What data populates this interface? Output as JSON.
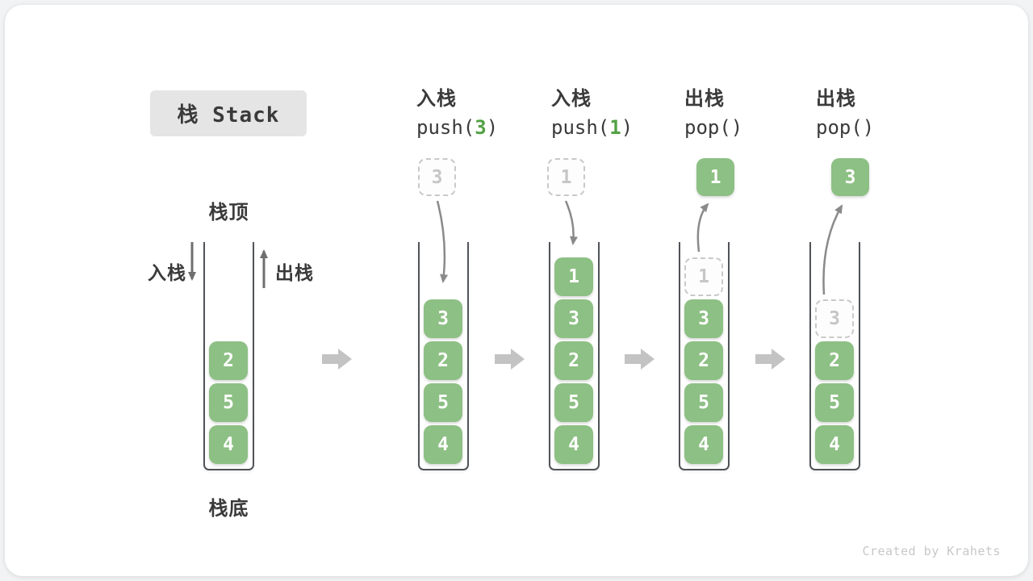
{
  "title_box": {
    "label": "栈 Stack"
  },
  "side_labels": {
    "stack_top": "栈顶",
    "stack_bottom": "栈底",
    "push": "入栈",
    "pop": "出栈"
  },
  "watermark": "Created by Krahets",
  "colors": {
    "cell_green": "#8DC084",
    "code_arg_green": "#52A145",
    "dashed_border": "#C9C9C9",
    "dashed_text": "#C6C6C6",
    "text_dark": "#3A3A3A",
    "curve_arrow_gray": "#8A8A8A",
    "direction_arrow_gray": "#6F6F6F",
    "block_arrow_gray": "#C3C3C3",
    "title_box_bg": "#E5E5E5",
    "container_border": "#505357"
  },
  "columns": [
    {
      "name": "state-initial",
      "header": null,
      "float_box": null,
      "cells_bottom_to_top": [
        {
          "value": "4",
          "variant": "solid"
        },
        {
          "value": "5",
          "variant": "solid"
        },
        {
          "value": "2",
          "variant": "solid"
        }
      ]
    },
    {
      "name": "op-push-3",
      "header": {
        "label": "入栈",
        "code_pre": "push(",
        "code_arg": "3",
        "code_post": ")"
      },
      "float_box": {
        "value": "3",
        "variant": "dashed"
      },
      "cells_bottom_to_top": [
        {
          "value": "4",
          "variant": "solid"
        },
        {
          "value": "5",
          "variant": "solid"
        },
        {
          "value": "2",
          "variant": "solid"
        },
        {
          "value": "3",
          "variant": "solid"
        }
      ]
    },
    {
      "name": "op-push-1",
      "header": {
        "label": "入栈",
        "code_pre": "push(",
        "code_arg": "1",
        "code_post": ")"
      },
      "float_box": {
        "value": "1",
        "variant": "dashed"
      },
      "cells_bottom_to_top": [
        {
          "value": "4",
          "variant": "solid"
        },
        {
          "value": "5",
          "variant": "solid"
        },
        {
          "value": "2",
          "variant": "solid"
        },
        {
          "value": "3",
          "variant": "solid"
        },
        {
          "value": "1",
          "variant": "solid"
        }
      ]
    },
    {
      "name": "op-pop-1",
      "header": {
        "label": "出栈",
        "code_pre": "pop()",
        "code_arg": "",
        "code_post": ""
      },
      "float_box": {
        "value": "1",
        "variant": "solid"
      },
      "cells_bottom_to_top": [
        {
          "value": "4",
          "variant": "solid"
        },
        {
          "value": "5",
          "variant": "solid"
        },
        {
          "value": "2",
          "variant": "solid"
        },
        {
          "value": "3",
          "variant": "solid"
        },
        {
          "value": "1",
          "variant": "dashed"
        }
      ]
    },
    {
      "name": "op-pop-3",
      "header": {
        "label": "出栈",
        "code_pre": "pop()",
        "code_arg": "",
        "code_post": ""
      },
      "float_box": {
        "value": "3",
        "variant": "solid"
      },
      "cells_bottom_to_top": [
        {
          "value": "4",
          "variant": "solid"
        },
        {
          "value": "5",
          "variant": "solid"
        },
        {
          "value": "2",
          "variant": "solid"
        },
        {
          "value": "3",
          "variant": "dashed"
        }
      ]
    }
  ]
}
